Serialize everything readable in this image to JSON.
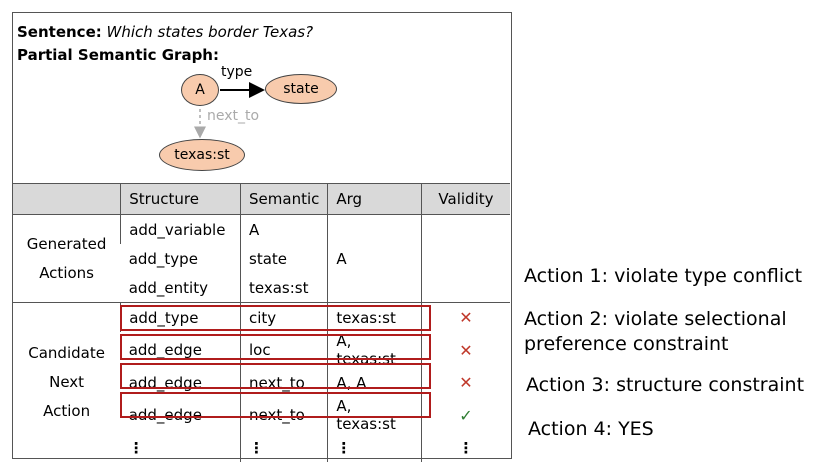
{
  "sentence": {
    "label": "Sentence:",
    "text": "Which states border Texas?"
  },
  "graph": {
    "title": "Partial Semantic Graph:",
    "nodes": {
      "a": "A",
      "state": "state",
      "texas": "texas:st"
    },
    "edges": {
      "type": "type",
      "next_to": "next_to"
    }
  },
  "table": {
    "headers": [
      "Structure",
      "Semantic",
      "Arg",
      "Validity"
    ],
    "generated_label": [
      "Generated",
      "Actions"
    ],
    "generated_rows": [
      {
        "structure": "add_variable",
        "semantic": "A",
        "arg": ""
      },
      {
        "structure": "add_type",
        "semantic": "state",
        "arg": "A"
      },
      {
        "structure": "add_entity",
        "semantic": "texas:st",
        "arg": ""
      }
    ],
    "candidate_label": [
      "Candidate",
      "Next",
      "Action"
    ],
    "candidate_rows": [
      {
        "structure": "add_type",
        "semantic": "city",
        "arg": "texas:st",
        "validity": "✕"
      },
      {
        "structure": "add_edge",
        "semantic": "loc",
        "arg": "A, texas:st",
        "validity": "✕"
      },
      {
        "structure": "add_edge",
        "semantic": "next_to",
        "arg": "A, A",
        "validity": "✕"
      },
      {
        "structure": "add_edge",
        "semantic": "next_to",
        "arg": "A, texas:st",
        "validity": "✓"
      }
    ],
    "ellipsis": "⋮"
  },
  "annotations": {
    "a1": "Action 1: violate type conflict",
    "a2_line1": "Action 2: violate selectional",
    "a2_line2": "preference constraint",
    "a3": "Action 3: structure constraint",
    "a4": "Action 4: YES"
  },
  "colors": {
    "node_fill": "#f8cbad",
    "red_box": "#b01c1c",
    "cross": "#c0392b",
    "check": "#2e7d32",
    "header_bg": "#d9d9d9"
  }
}
